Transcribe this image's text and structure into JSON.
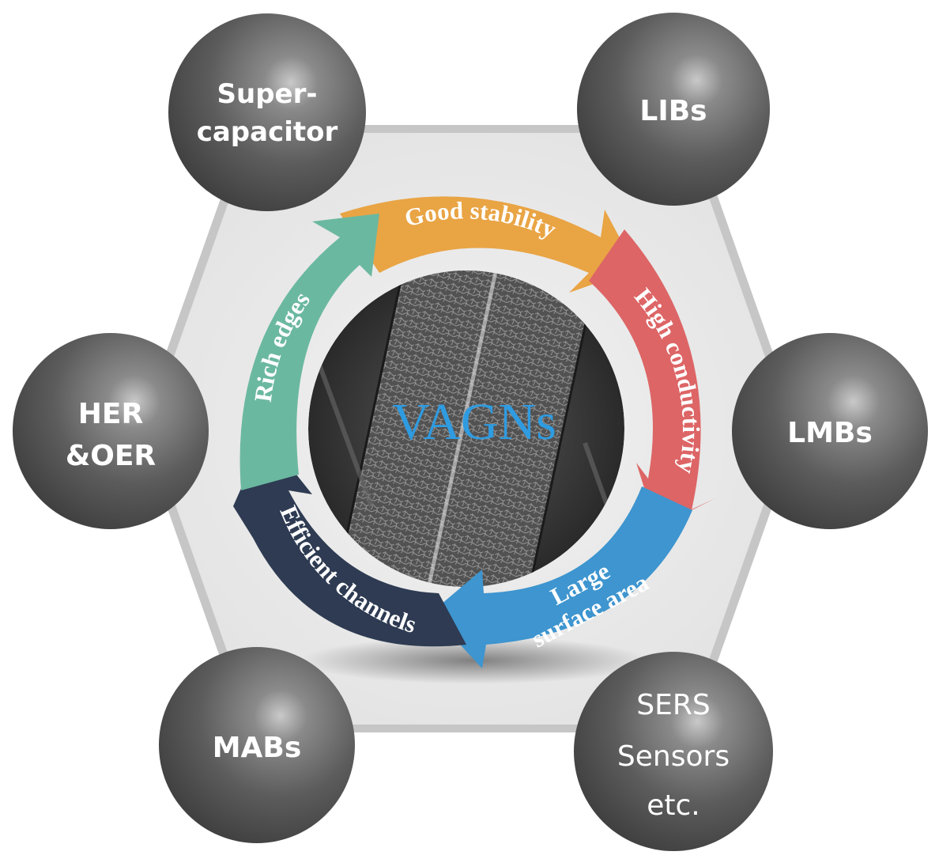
{
  "center": {
    "label": "VAGNs"
  },
  "properties": [
    {
      "label": "Good stability",
      "color": "#e9a444"
    },
    {
      "label": "High conductivity",
      "color": "#dd6566"
    },
    {
      "label_line1": "Large",
      "label_line2": "surface area",
      "color": "#3e95cf"
    },
    {
      "label": "Efficient channels",
      "color": "#2e3b52"
    },
    {
      "label": "Rich edges",
      "color": "#6bb8a0"
    }
  ],
  "applications": [
    {
      "line1": "Super-",
      "line2": "capacitor"
    },
    {
      "line1": "LIBs"
    },
    {
      "line1": "LMBs"
    },
    {
      "line1": "SERS",
      "line2": "Sensors",
      "line3": "etc."
    },
    {
      "line1": "MABs"
    },
    {
      "line1": "HER",
      "line2": "&OER"
    }
  ],
  "colors": {
    "sphere": "#5a5a5a",
    "hexagon_fill": "#e9e9e9",
    "hexagon_border": "#c8c8c8",
    "center_text": "#2f9be0"
  }
}
